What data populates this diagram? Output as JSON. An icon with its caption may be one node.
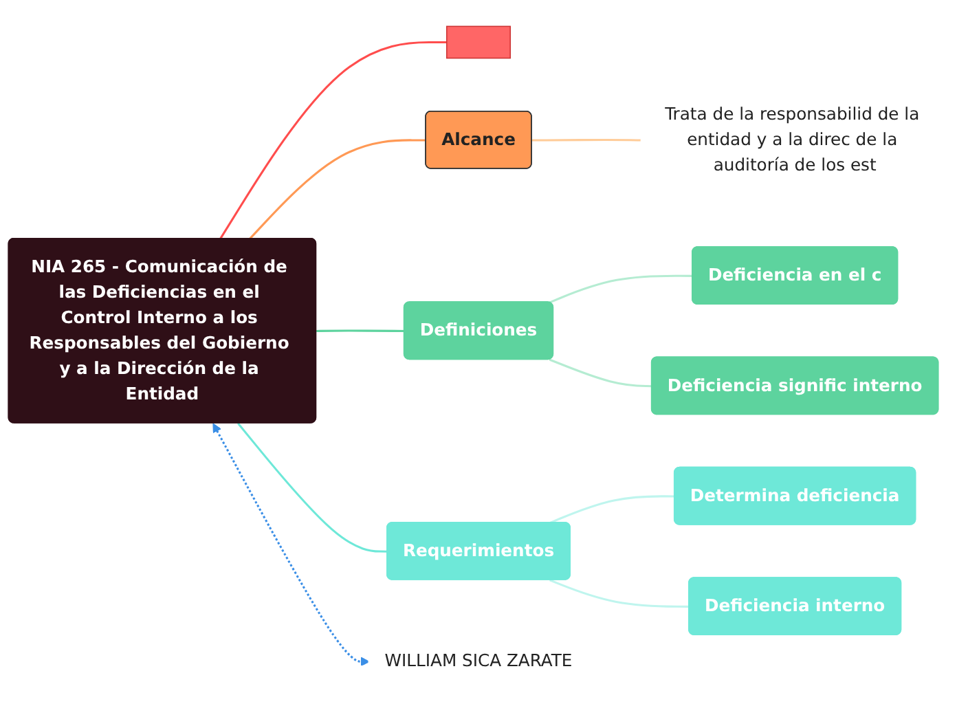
{
  "diagram": {
    "nodes": [
      {
        "text": [
          "NIA 265 - Comunicación de las Deficiencias en el Control Interno a los Responsables del Gobierno y a la Dirección de la Entidad"
        ]
      },
      {
        "text": [],
        "shape": "box"
      },
      {
        "text": [
          "Alcance"
        ]
      },
      {
        "text": [
          "Trata de la responsabilid de la entidad y a la direc de la auditoría de los est"
        ]
      },
      {
        "text": [
          "Definiciones"
        ]
      },
      {
        "text": [
          "Deficiencia en el c"
        ]
      },
      {
        "text": [
          "Deficiencia signific interno"
        ]
      },
      {
        "text": [
          "Requerimientos"
        ]
      },
      {
        "text": [
          "Determina deficiencia"
        ]
      },
      {
        "text": [
          "Deficiencia interno"
        ]
      },
      {
        "text": [
          "WILLIAM SICA ZARATE"
        ]
      }
    ],
    "edges": [
      {
        "from": 0,
        "to": 1,
        "arrow": "none",
        "color": "#ff4d4d"
      },
      {
        "from": 0,
        "to": 2,
        "arrow": "none",
        "color": "#ff9955"
      },
      {
        "from": 2,
        "to": 3,
        "arrow": "none",
        "color": "#ffcc99"
      },
      {
        "from": 0,
        "to": 4,
        "arrow": "none",
        "color": "#5dd39e"
      },
      {
        "from": 4,
        "to": 5,
        "arrow": "none",
        "color": "#b5ecd2"
      },
      {
        "from": 4,
        "to": 6,
        "arrow": "none",
        "color": "#b5ecd2"
      },
      {
        "from": 0,
        "to": 7,
        "arrow": "none",
        "color": "#6ee8d8"
      },
      {
        "from": 7,
        "to": 8,
        "arrow": "none",
        "color": "#bff5ee"
      },
      {
        "from": 7,
        "to": 9,
        "arrow": "none",
        "color": "#bff5ee"
      },
      {
        "from": 0,
        "to": 10,
        "arrow": "both",
        "style": "dashed",
        "color": "#3a8ee6"
      }
    ]
  }
}
